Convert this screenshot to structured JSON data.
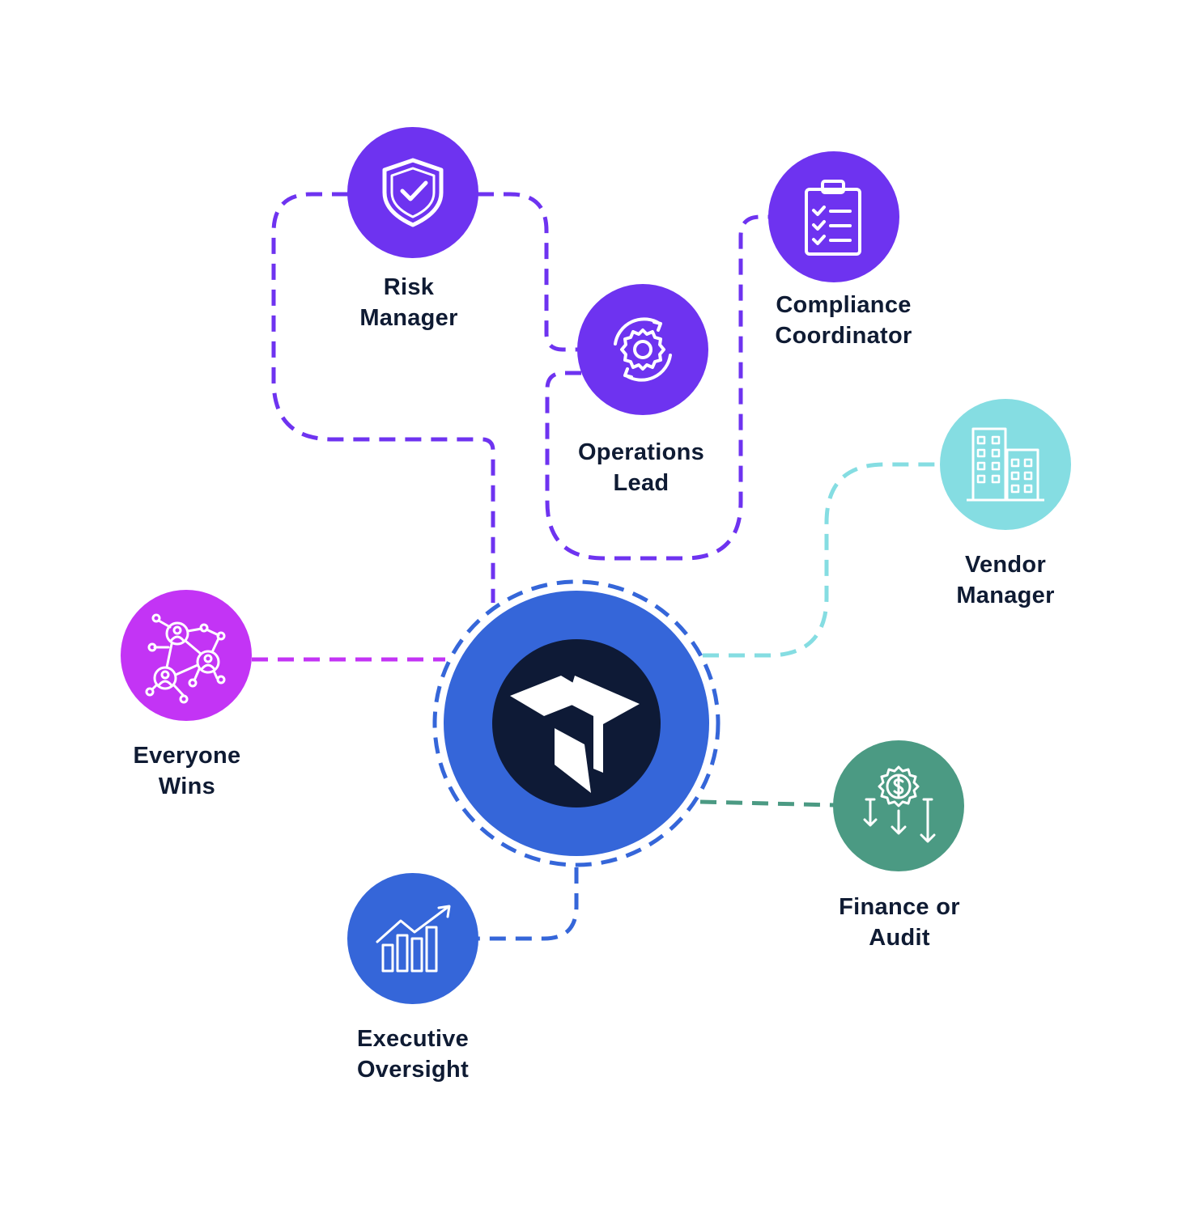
{
  "colors": {
    "purple": "#6e33f0",
    "magenta": "#c334f5",
    "cyan": "#85dde2",
    "green": "#4b9a83",
    "blue": "#3566d9",
    "navy": "#0e1a36",
    "text": "#0f1b33"
  },
  "center": {
    "icon": "brand-logo-icon"
  },
  "roles": [
    {
      "id": "risk-manager",
      "lines": [
        "Risk",
        "Manager"
      ],
      "icon": "shield-check-icon",
      "color": "#6e33f0"
    },
    {
      "id": "operations-lead",
      "lines": [
        "Operations",
        "Lead"
      ],
      "icon": "gear-cycle-icon",
      "color": "#6e33f0"
    },
    {
      "id": "compliance-coordinator",
      "lines": [
        "Compliance",
        "Coordinator"
      ],
      "icon": "clipboard-checklist-icon",
      "color": "#6e33f0"
    },
    {
      "id": "vendor-manager",
      "lines": [
        "Vendor",
        "Manager"
      ],
      "icon": "buildings-icon",
      "color": "#85dde2"
    },
    {
      "id": "everyone-wins",
      "lines": [
        "Everyone",
        "Wins"
      ],
      "icon": "network-people-icon",
      "color": "#c334f5"
    },
    {
      "id": "finance-or-audit",
      "lines": [
        "Finance or",
        "Audit"
      ],
      "icon": "dollar-gear-arrows-icon",
      "color": "#4b9a83"
    },
    {
      "id": "executive-oversight",
      "lines": [
        "Executive",
        "Oversight"
      ],
      "icon": "growth-chart-icon",
      "color": "#3566d9"
    }
  ]
}
